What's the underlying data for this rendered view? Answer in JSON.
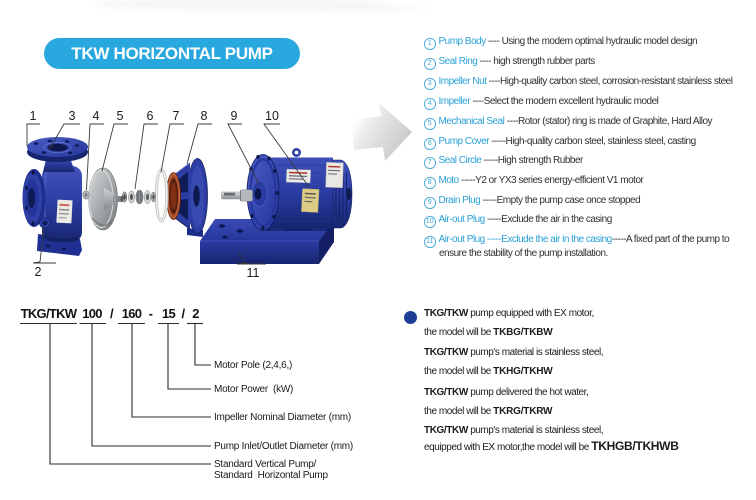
{
  "page": {
    "background": "#ffffff"
  },
  "banner": {
    "label": "TKW HORIZONTAL PUMP",
    "background": "#29a8e0",
    "text_color": "#ffffff"
  },
  "diagram": {
    "callouts": {
      "n1": "1",
      "n2": "2",
      "n3": "3",
      "n4": "4",
      "n5": "5",
      "n6": "6",
      "n7": "7",
      "n8": "8",
      "n9": "9",
      "n10": "10",
      "n11": "11"
    },
    "part_colors": {
      "pump_blue": "#2b3ca2",
      "impeller_gray": "#9aa0a4",
      "cover_face_orange": "#a84d2b",
      "oring_white": "#efefeb"
    }
  },
  "arrow": {
    "color": "#c6c9ca"
  },
  "parts_list": {
    "number_color": "#3ba7d9",
    "name_color": "#2aa0d7",
    "desc_color": "#303030",
    "items": [
      {
        "num": "1",
        "name": "Pump Body",
        "desc": " ---- Using the modern optimal hydraulic model design"
      },
      {
        "num": "2",
        "name": "Seal Ring",
        "desc": " ---- high strength rubber parts"
      },
      {
        "num": "3",
        "name": "Impeller Nut",
        "desc": " ----High-quality carbon steel, corrosion-resistant stainless steel"
      },
      {
        "num": "4",
        "name": "Impeller",
        "desc": " ----Select the modern excellent hydraulic model"
      },
      {
        "num": "5",
        "name": "Mechanical Seal",
        "desc": " ----Rotor (stator) ring is made of Graphite, Hard Alloy"
      },
      {
        "num": "6",
        "name": "Pump Cover",
        "desc": " -----High-quality carbon steel, stainless steel, casting"
      },
      {
        "num": "7",
        "name": "Seal Circle",
        "desc": " -----High strength Rubber"
      },
      {
        "num": "8",
        "name": "Moto",
        "desc": " -----Y2 or YX3 series energy-efficient V1 motor"
      },
      {
        "num": "9",
        "name": "Drain Plug",
        "desc": " -----Empty the pump case once stopped"
      },
      {
        "num": "10",
        "name": "Air-out Plug",
        "desc": " -----Exclude the air in the casing"
      },
      {
        "num": "11",
        "name": "Air-out Plug -----Exclude the air in the casing",
        "desc": "-----A fixed part of the pump to ensure the stability of the pump installation."
      }
    ]
  },
  "model_code": {
    "tokens": {
      "series": "TKG/TKW",
      "inlet": "100",
      "sep1": "/",
      "impeller": "160",
      "sep2": "-",
      "power": "15",
      "sep3": "/",
      "pole": "2"
    },
    "labels": {
      "pole": "Motor Pole (2,4,6,)",
      "power": "Motor Power  (kW)",
      "impeller": "Impeller Nominal Diameter (mm)",
      "inlet": "Pump Inlet/Outlet Diameter (mm)",
      "series": "Standard Vertical Pump/\nStandard  Horizontal Pump"
    }
  },
  "variants": {
    "bullet_color": "#1c3f94",
    "lines": [
      {
        "bold_head": "TKG/TKW",
        "text": " pump equipped with EX motor,"
      },
      {
        "text": "the model will be ",
        "bold_tail": "TKBG/TKBW"
      },
      {
        "bold_head": "TKG/TKW",
        "text": " pump's material is stainless steel,"
      },
      {
        "text": "the model will be ",
        "bold_tail": "TKHG/TKHW"
      },
      {
        "bold_head": "TKG/TKW",
        "text": " pump delivered the hot water,"
      },
      {
        "text": "the model will be ",
        "bold_tail": "TKRG/TKRW"
      },
      {
        "bold_head": "TKG/TKW",
        "text": " pump's material is stainless steel,"
      },
      {
        "text": "equipped with EX motor,the model will be ",
        "bold_tail": "TKHGB/TKHWB"
      }
    ]
  }
}
